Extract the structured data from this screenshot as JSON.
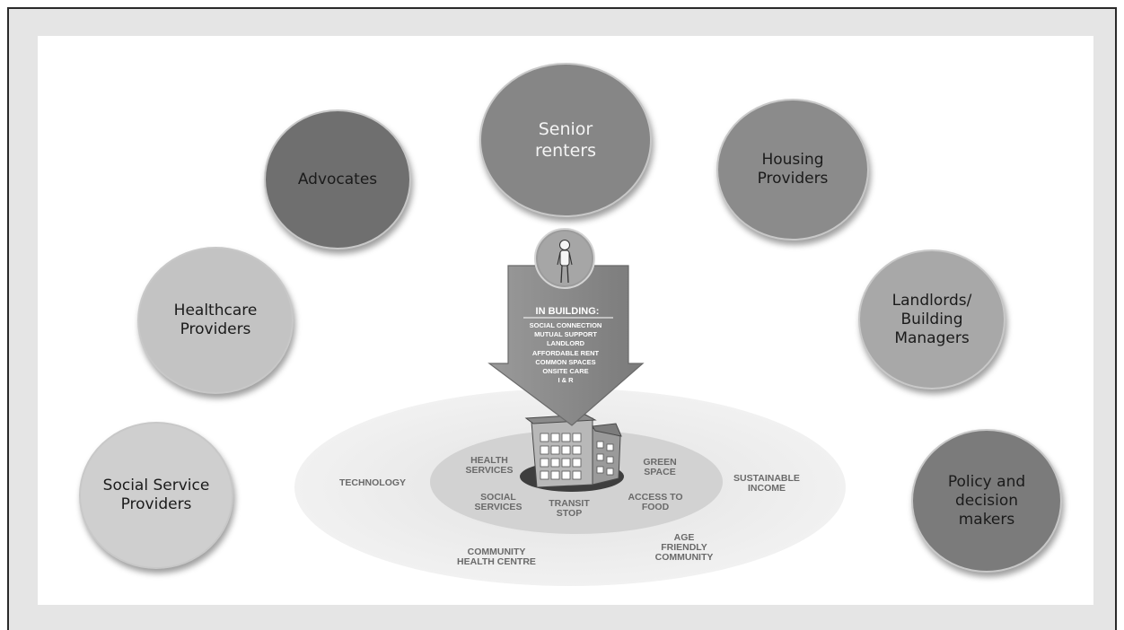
{
  "stakeholders": {
    "senior_renters": "Senior\nrenters",
    "advocates": "Advocates",
    "housing_providers": "Housing\nProviders",
    "healthcare_providers": "Healthcare\nProviders",
    "landlords": "Landlords/\nBuilding\nManagers",
    "social_service": "Social Service\nProviders",
    "policy": "Policy and\ndecision\nmakers"
  },
  "in_building": {
    "title": "IN BUILDING:",
    "items": [
      "SOCIAL CONNECTION",
      "MUTUAL SUPPORT",
      "LANDLORD",
      "AFFORDABLE RENT",
      "COMMON SPACES",
      "ONSITE CARE",
      "I & R"
    ]
  },
  "inner_ring": {
    "health_services": "HEALTH\nSERVICES",
    "green_space": "GREEN\nSPACE",
    "social_services": "SOCIAL\nSERVICES",
    "transit_stop": "TRANSIT\nSTOP",
    "access_to_food": "ACCESS TO\nFOOD"
  },
  "outer_ring": {
    "technology": "TECHNOLOGY",
    "sustainable_income": "SUSTAINABLE\nINCOME",
    "community_health_centre": "COMMUNITY\nHEALTH CENTRE",
    "age_friendly_community": "AGE\nFRIENDLY\nCOMMUNITY"
  },
  "colors": {
    "senior_renters": "#868686",
    "advocates": "#6f6f6f",
    "housing_providers": "#8b8b8b",
    "healthcare_providers": "#c3c3c3",
    "landlords": "#a8a8a8",
    "social_service": "#cfcfcf",
    "policy": "#7b7b7b",
    "arrow": "#8a8a8a",
    "outer_ring": "#ececec",
    "inner_ring": "#d2d2d2"
  },
  "icons": [
    "person-icon",
    "building-icon"
  ]
}
